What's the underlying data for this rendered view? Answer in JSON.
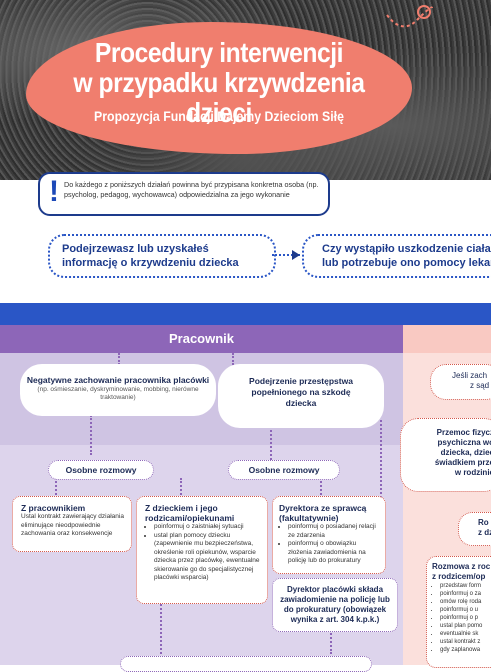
{
  "header": {
    "title_line1": "Procedury interwencji",
    "title_line2": "w przypadku krzywdzenia dzieci",
    "subtitle": "Propozycja Fundacji Dajemy Dzieciom Siłę"
  },
  "notice": {
    "icon": "exclamation-icon",
    "text": "Do każdego z poniższych działań powinna być przypisana konkretna osoba (np. psycholog, pedagog, wychowawca) odpowiedzialna za jego wykonanie"
  },
  "questions": {
    "q1": "Podejrzewasz lub uzyskałeś informację o krzywdzeniu dziecka",
    "q2_line1": "Czy wystąpiło uszkodzenie ciała d",
    "q2_line2": "lub potrzebuje ono pomocy lekarsk"
  },
  "pracownik_section": {
    "heading": "Pracownik",
    "negative": {
      "title": "Negatywne zachowanie pracownika placówki",
      "detail": "(np. ośmieszanie, dyskryminowanie, mobbing, nierówne traktowanie)"
    },
    "suspicion": {
      "title": "Podejrzenie przestępstwa popełnionego na szkodę dziecka"
    },
    "osobne1": "Osobne rozmowy",
    "osobne2": "Osobne rozmowy",
    "box_staff": {
      "title": "Z pracownikiem",
      "text": "Ustal kontrakt zawierający działania eliminujące nieodpowiednie zachowania oraz konsekwencje"
    },
    "box_child": {
      "title": "Z dzieckiem i jego rodzicami/opiekunami",
      "items": [
        "poinformuj o zaistniałej sytuacji",
        "ustal plan pomocy dziecku (zapewnienie mu bezpieczeństwa, określenie roli opiekunów, wsparcie dziecka przez placówkę, ewentualne skierowanie go do specjalistycznej placówki wsparcia)"
      ]
    },
    "box_director": {
      "title": "Dyrektora ze sprawcą (fakultatywnie)",
      "items": [
        "poinformuj o posiadanej relacji ze zdarzenia",
        "poinformuj o obowiązku złożenia zawiadomienia na policję lub do prokuratury"
      ]
    },
    "director_report": "Dyrektor placówki składa zawiadomienie na policję lub do prokuratury (obowiązek wynika z art. 304 k.p.k.)"
  },
  "pink_section": {
    "cloud1_line1": "Jeśli zach",
    "cloud1_line2": "z sąd",
    "box1_lines": [
      "Przemoc fizycz",
      "psychiczna wo",
      "dziecka, dziec",
      "świadkiem prze",
      "w rodzinie"
    ],
    "cloud2_line1": "Ro",
    "cloud2_line2": "z dz",
    "box2_title_lines": [
      "Rozmowa z roc",
      "z rodzicem/op"
    ],
    "box2_items": [
      "przedstaw form",
      "poinformuj o za",
      "omów rolę roda",
      "poinformuj o u",
      "poinformuj o p",
      "ustal plan pomo",
      "eventualnie sk",
      "ustal kontrakt z",
      "gdy zaplanowa"
    ]
  },
  "colors": {
    "coral": "#f07e6e",
    "navy": "#1d3b8c",
    "blue_band": "#2a56c6",
    "purple_header": "#8d66b8",
    "purple_panel": "#ddd4ec",
    "pink_panel": "#fbe0dc"
  }
}
